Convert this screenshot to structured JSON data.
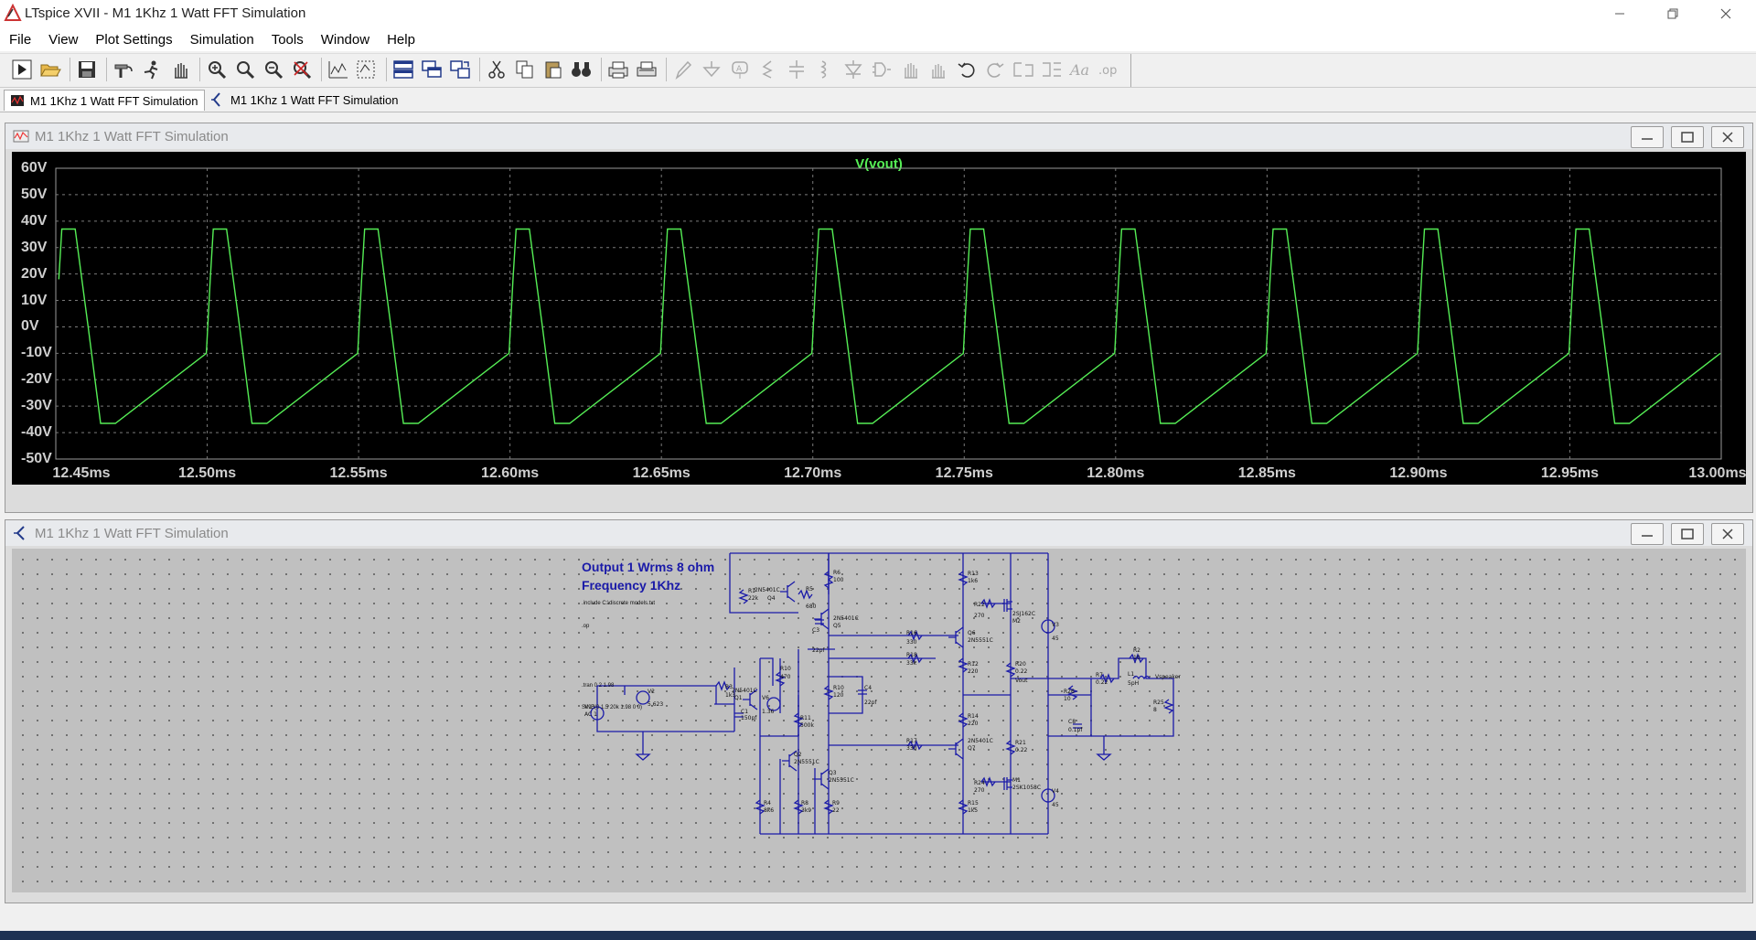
{
  "window": {
    "title": "LTspice XVII - M1 1Khz 1 Watt FFT Simulation"
  },
  "menu": [
    {
      "label": "File"
    },
    {
      "label": "View"
    },
    {
      "label": "Plot Settings"
    },
    {
      "label": "Simulation"
    },
    {
      "label": "Tools"
    },
    {
      "label": "Window"
    },
    {
      "label": "Help"
    }
  ],
  "tabs": [
    {
      "label": "M1 1Khz 1 Watt FFT Simulation",
      "active": true
    },
    {
      "label": "M1 1Khz 1 Watt FFT Simulation",
      "active": false
    }
  ],
  "waveform_window": {
    "title": "M1 1Khz 1 Watt FFT Simulation",
    "trace_name": "V(vout)",
    "trace_color": "#55ee55"
  },
  "schematic_window": {
    "title": "M1 1Khz 1 Watt FFT Simulation",
    "note_line1": "Output 1 Wrms 8 ohm",
    "note_line2": "Frequency 1Khz",
    "directives": [
      ".include C:\\discrete models.txt",
      ".op",
      ".tran 0 2 1.98",
      "SINE(0 1.5 20k 1.98 0 0)"
    ],
    "wire_color": "#1a1aa8"
  },
  "chart_data": {
    "type": "line",
    "title": "",
    "series": [
      {
        "name": "V(vout)"
      }
    ],
    "xlabel": "",
    "ylabel": "",
    "x_ticks": [
      "12.45ms",
      "12.50ms",
      "12.55ms",
      "12.60ms",
      "12.65ms",
      "12.70ms",
      "12.75ms",
      "12.80ms",
      "12.85ms",
      "12.90ms",
      "12.95ms",
      "13.00ms"
    ],
    "y_ticks": [
      "60V",
      "50V",
      "40V",
      "30V",
      "20V",
      "10V",
      "0V",
      "-10V",
      "-20V",
      "-30V",
      "-40V",
      "-50V"
    ],
    "xlim": [
      12.45,
      13.0
    ],
    "ylim": [
      -50,
      60
    ],
    "x_unit": "ms",
    "y_unit": "V",
    "grid": true,
    "waveform": {
      "period_ms": 0.05,
      "v_high": 37,
      "v_low": -36.5,
      "points_one_period": [
        [
          12.4497,
          -10
        ],
        [
          12.451,
          18
        ],
        [
          12.452,
          37
        ],
        [
          12.4564,
          37
        ],
        [
          12.4607,
          0
        ],
        [
          12.4648,
          -36.5
        ],
        [
          12.4697,
          -36.5
        ]
      ]
    }
  }
}
